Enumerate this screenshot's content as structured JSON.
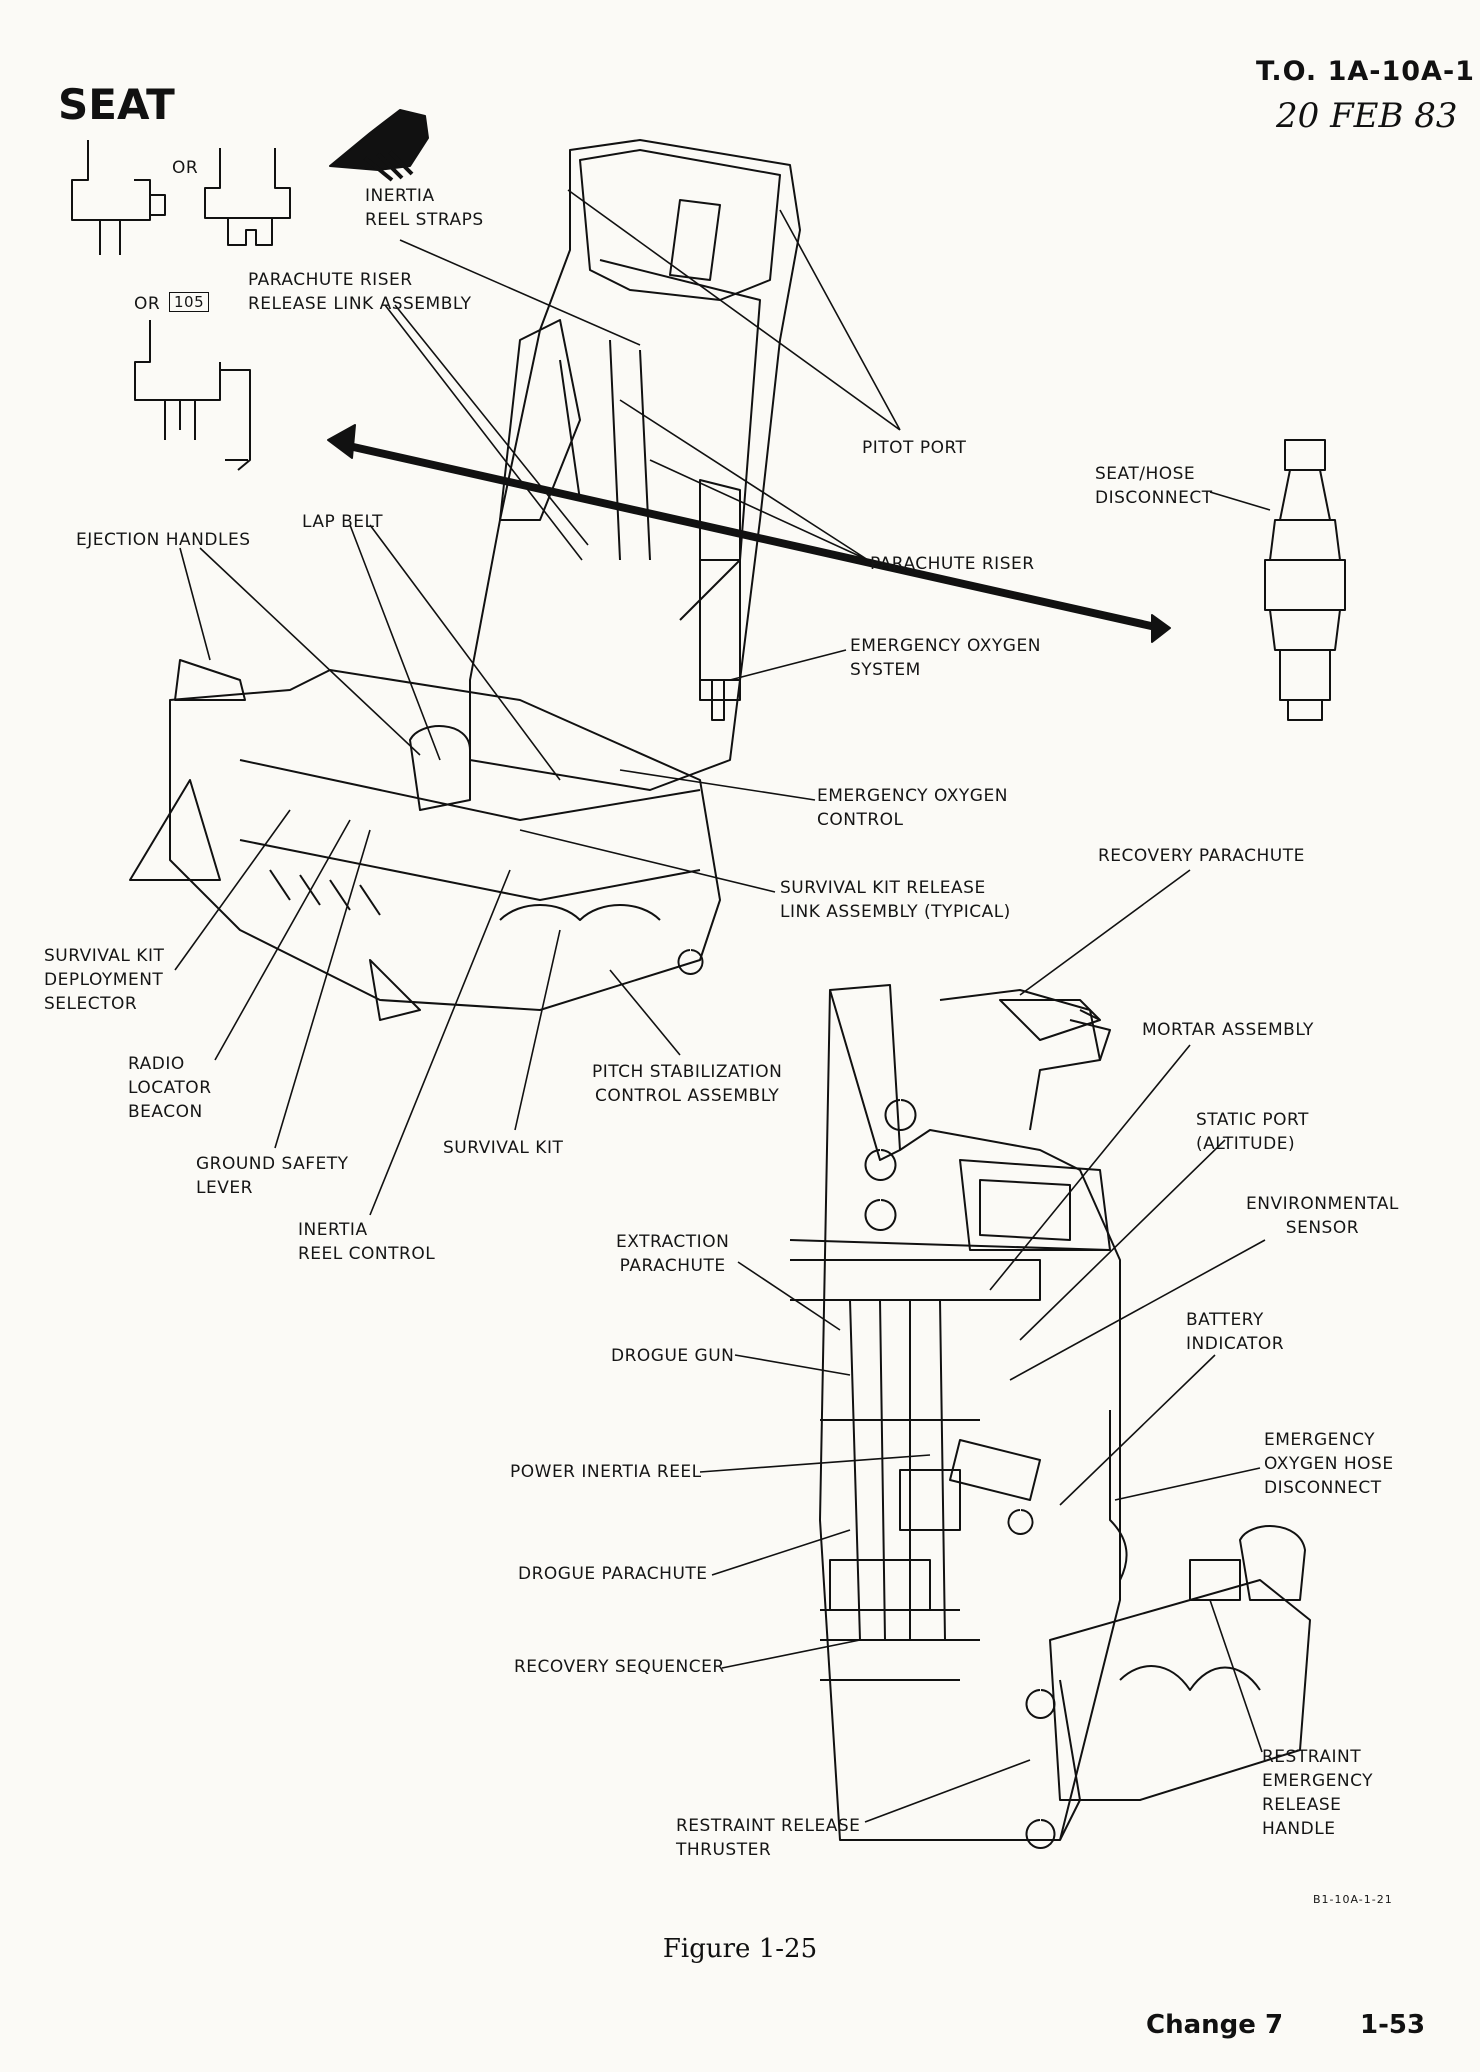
{
  "header": {
    "to_number": "T.O. 1A-10A-1",
    "date": "20 FEB 83"
  },
  "section_title": "SEAT",
  "variant_icons": {
    "or_1": "OR",
    "or_2": "OR",
    "mod_number": "105"
  },
  "callouts": {
    "inertia_reel_straps": "INERTIA\nREEL STRAPS",
    "parachute_riser_release_link": "PARACHUTE RISER\nRELEASE LINK ASSEMBLY",
    "pitot_port": "PITOT PORT",
    "seat_hose_disconnect": "SEAT/HOSE\nDISCONNECT",
    "lap_belt": "LAP BELT",
    "ejection_handles": "EJECTION HANDLES",
    "parachute_riser": "PARACHUTE RISER",
    "emergency_oxygen_system": "EMERGENCY OXYGEN\nSYSTEM",
    "emergency_oxygen_control": "EMERGENCY OXYGEN\nCONTROL",
    "recovery_parachute": "RECOVERY PARACHUTE",
    "survival_kit_release_link": "SURVIVAL KIT RELEASE\nLINK ASSEMBLY (TYPICAL)",
    "survival_kit_deployment_selector": "SURVIVAL KIT\nDEPLOYMENT\nSELECTOR",
    "mortar_assembly": "MORTAR ASSEMBLY",
    "radio_locator_beacon": "RADIO\nLOCATOR\nBEACON",
    "pitch_stabilization": "PITCH STABILIZATION\nCONTROL ASSEMBLY",
    "static_port": "STATIC PORT\n(ALTITUDE)",
    "survival_kit": "SURVIVAL KIT",
    "ground_safety_lever": "GROUND SAFETY\nLEVER",
    "environmental_sensor": "ENVIRONMENTAL\nSENSOR",
    "inertia_reel_control": "INERTIA\nREEL CONTROL",
    "extraction_parachute": "EXTRACTION\nPARACHUTE",
    "battery_indicator": "BATTERY\nINDICATOR",
    "drogue_gun": "DROGUE GUN",
    "emergency_oxygen_hose_disconnect": "EMERGENCY\nOXYGEN HOSE\nDISCONNECT",
    "power_inertia_reel": "POWER INERTIA REEL",
    "drogue_parachute": "DROGUE PARACHUTE",
    "recovery_sequencer": "RECOVERY SEQUENCER",
    "restraint_emergency_release_handle": "RESTRAINT\nEMERGENCY\nRELEASE\nHANDLE",
    "restraint_release_thruster": "RESTRAINT RELEASE\nTHRUSTER"
  },
  "figure_code": "B1-10A-1-21",
  "caption": "Figure 1-25",
  "footer": {
    "change": "Change 7",
    "page": "1-53"
  },
  "icons": [
    "pointing-hand-icon",
    "seat-variant-icon",
    "direction-arrow-icon"
  ]
}
